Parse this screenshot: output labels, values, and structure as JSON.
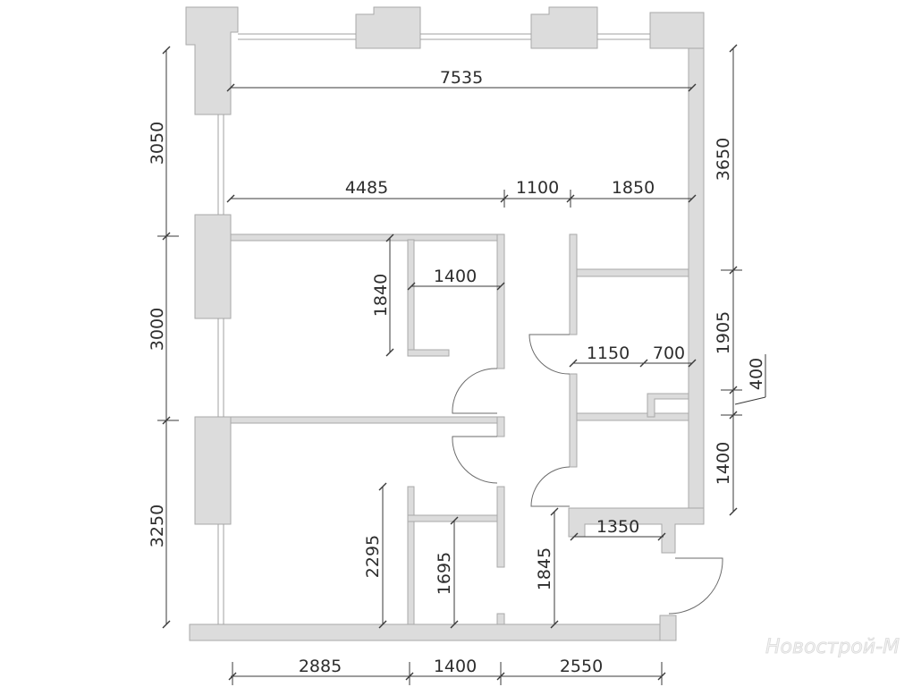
{
  "plan": {
    "overall_width": "7535",
    "top_segments": [
      "4485",
      "1100",
      "1850"
    ],
    "bottom_segments": [
      "2885",
      "1400",
      "2550"
    ],
    "left_heights": [
      "3050",
      "3000",
      "3250"
    ],
    "right_heights": [
      "3650",
      "1905",
      "400",
      "1400"
    ],
    "bath_upper_width": "1400",
    "bath_upper_depth": "1840",
    "wc_widths": [
      "1150",
      "700"
    ],
    "entry_width": "1350",
    "lower_depths": [
      "2295",
      "1695",
      "1845"
    ]
  },
  "watermark": "Новострой-М",
  "colors": {
    "wall": "#dcdcdc",
    "line": "#3a3a3a"
  }
}
